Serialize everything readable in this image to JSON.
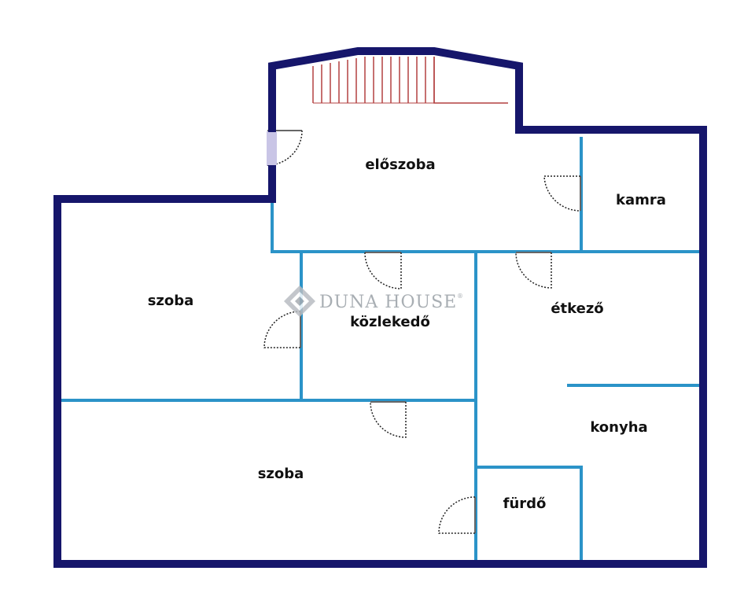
{
  "colors": {
    "outer_wall": "#16166b",
    "inner_wall": "#2b93c8",
    "stair": "#b34040",
    "door": "#666666",
    "watermark": "#9aa0a6",
    "glass": "#c9c5e6"
  },
  "rooms": [
    {
      "id": "eloszoba",
      "label": "előszoba"
    },
    {
      "id": "kamra",
      "label": "kamra"
    },
    {
      "id": "szoba-1",
      "label": "szoba"
    },
    {
      "id": "kozlekedo",
      "label": "közlekedő"
    },
    {
      "id": "etkezo",
      "label": "étkező"
    },
    {
      "id": "konyha",
      "label": "konyha"
    },
    {
      "id": "szoba-2",
      "label": "szoba"
    },
    {
      "id": "furdo",
      "label": "fürdő"
    }
  ],
  "watermark": {
    "text": "DUNA HOUSE",
    "mark": "®",
    "icon": "duna-house-diamond-logo"
  }
}
